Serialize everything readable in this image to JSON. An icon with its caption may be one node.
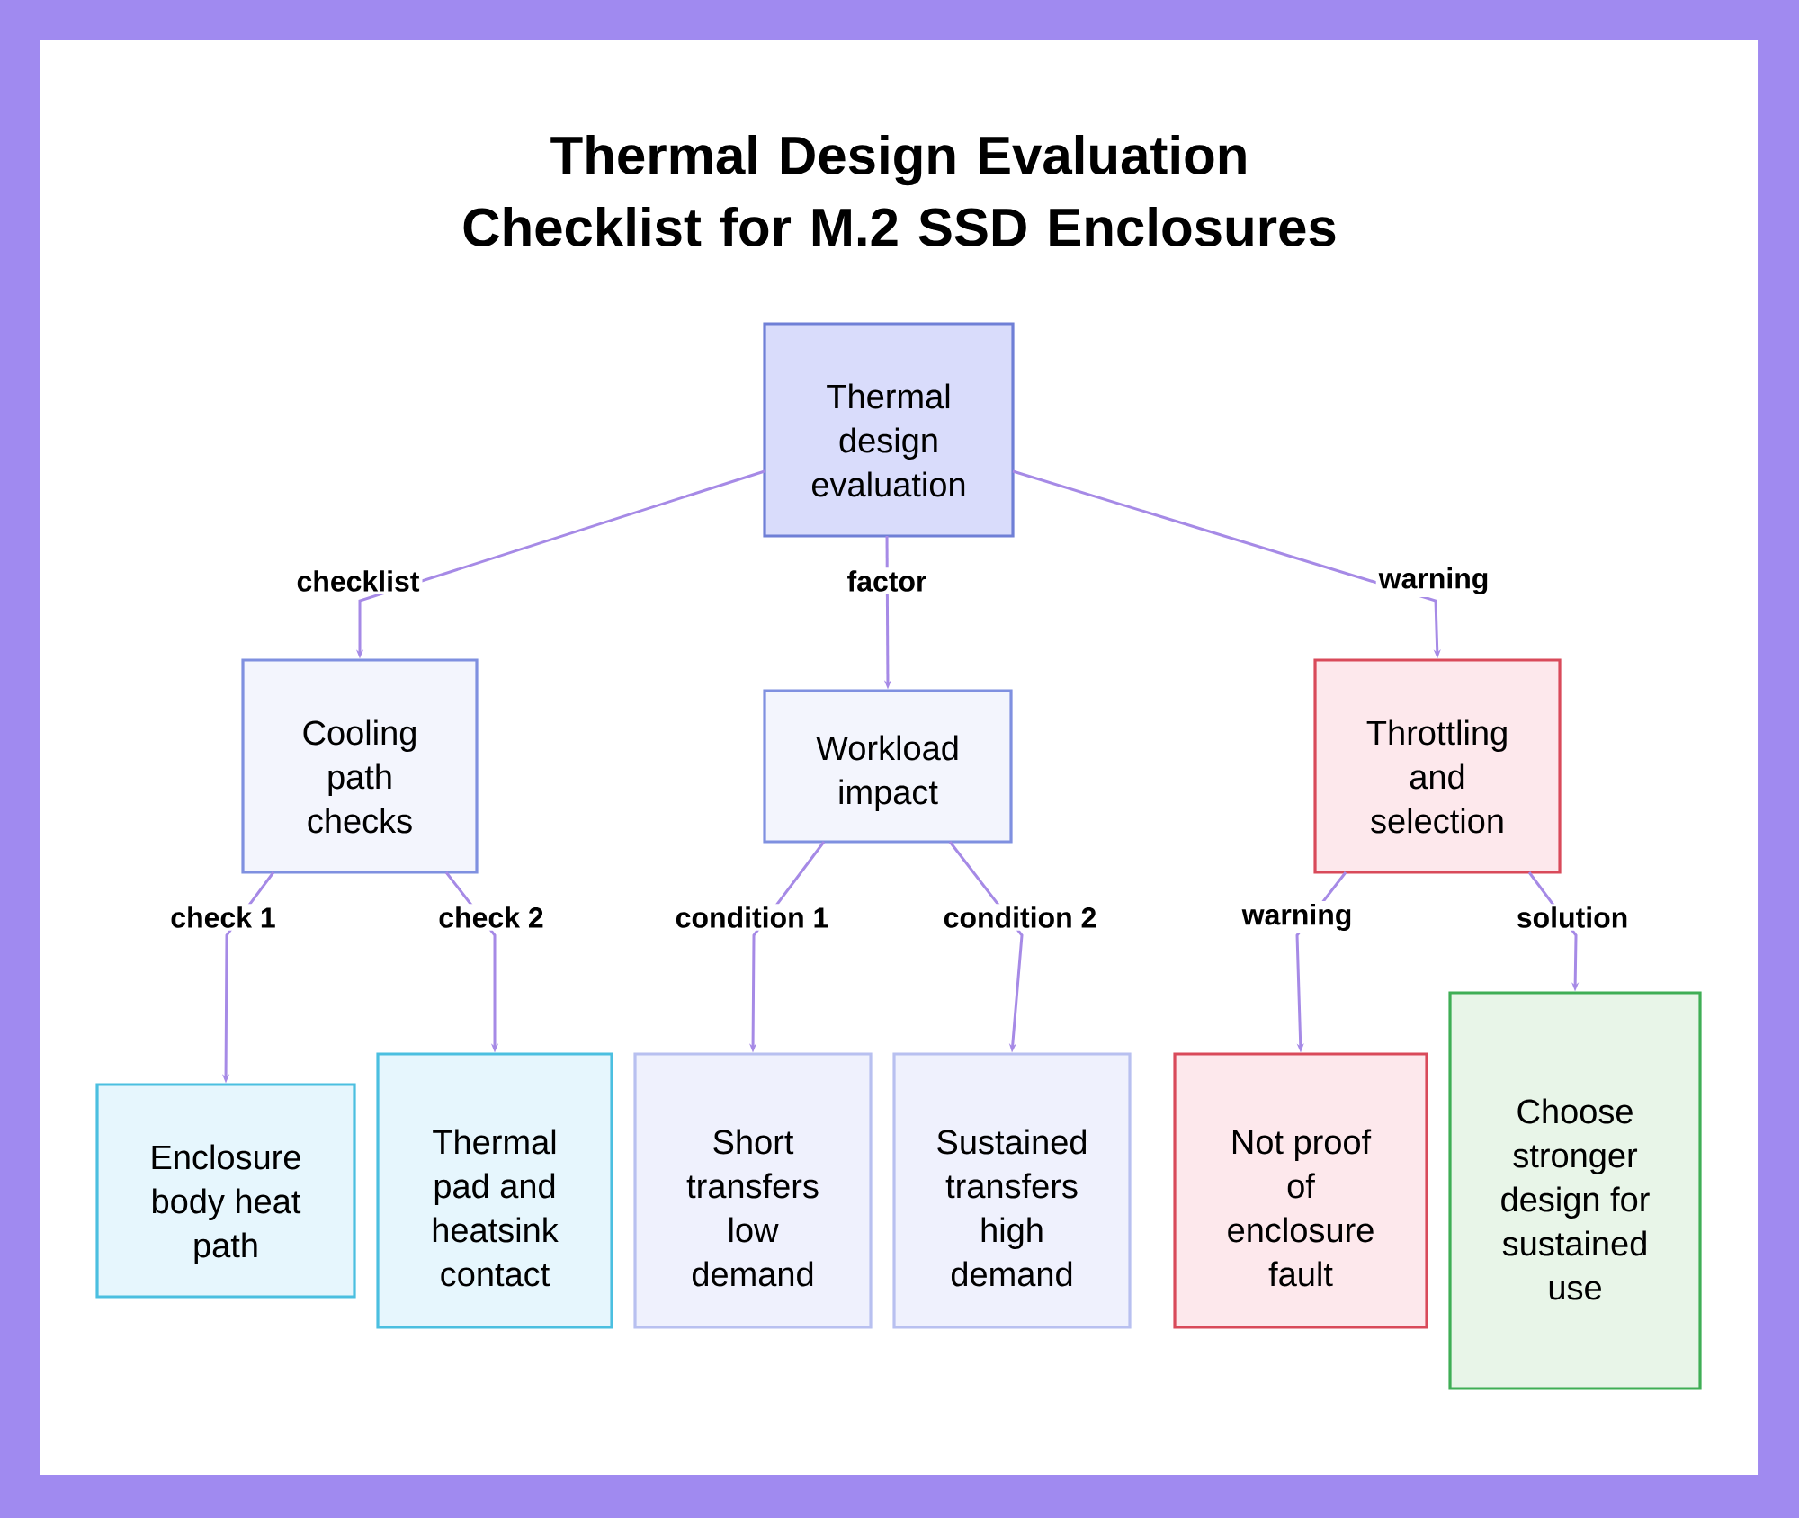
{
  "diagram": {
    "title": "Thermal Design Evaluation Checklist for M.2 SSD Enclosures",
    "nodes": [
      {
        "text": [
          "Thermal design evaluation"
        ]
      },
      {
        "text": [
          "Cooling path checks"
        ]
      },
      {
        "text": [
          "Workload impact"
        ]
      },
      {
        "text": [
          "Throttling and selection"
        ]
      },
      {
        "text": [
          "Enclosure body heat path"
        ]
      },
      {
        "text": [
          "Thermal pad and heatsink contact"
        ]
      },
      {
        "text": [
          "Short transfers low demand"
        ]
      },
      {
        "text": [
          "Sustained transfers high demand"
        ]
      },
      {
        "text": [
          "Not proof of enclosure fault"
        ]
      },
      {
        "text": [
          "Choose stronger design for sustained use"
        ]
      }
    ],
    "edges": [
      {
        "from": 0,
        "to": 1,
        "arrow": "to",
        "label": "checklist"
      },
      {
        "from": 0,
        "to": 2,
        "arrow": "to",
        "label": "factor"
      },
      {
        "from": 0,
        "to": 3,
        "arrow": "to",
        "label": "warning"
      },
      {
        "from": 1,
        "to": 4,
        "arrow": "to",
        "label": "check 1"
      },
      {
        "from": 1,
        "to": 5,
        "arrow": "to",
        "label": "check 2"
      },
      {
        "from": 2,
        "to": 6,
        "arrow": "to",
        "label": "condition 1"
      },
      {
        "from": 2,
        "to": 7,
        "arrow": "to",
        "label": "condition 2"
      },
      {
        "from": 3,
        "to": 8,
        "arrow": "to",
        "label": "warning"
      },
      {
        "from": 3,
        "to": 9,
        "arrow": "to",
        "label": "solution"
      }
    ]
  }
}
